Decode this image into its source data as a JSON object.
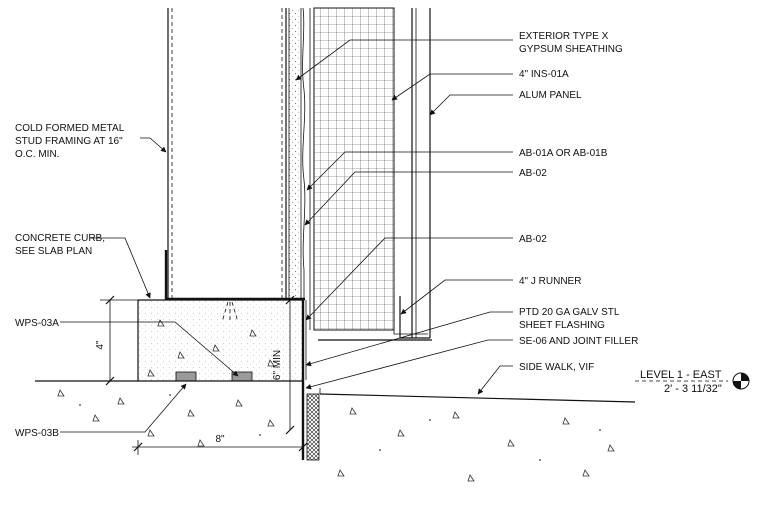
{
  "callouts": {
    "exterior_sheathing": [
      "EXTERIOR TYPE X",
      "GYPSUM SHEATHING"
    ],
    "insulation": "4\" INS-01A",
    "panel": "ALUM PANEL",
    "air_barrier_a": "AB-01A OR AB-01B",
    "air_barrier_b": "AB-02",
    "air_barrier_c": "AB-02",
    "j_runner": "4\" J RUNNER",
    "flashing": [
      "PTD 20 GA GALV STL",
      "SHEET FLASHING"
    ],
    "sealant": "SE-06 AND JOINT FILLER",
    "sidewalk": "SIDE WALK, VIF",
    "stud_framing": [
      "COLD FORMED METAL",
      "STUD FRAMING AT 16\"",
      "O.C. MIN."
    ],
    "curb": [
      "CONCRETE CURB,",
      "SEE SLAB PLAN"
    ],
    "wps_a": "WPS-03A",
    "wps_b": "WPS-03B"
  },
  "dimensions": {
    "curb_height": "4\"",
    "min_depth": "6\" MIN",
    "curb_width": "8\""
  },
  "level_marker": {
    "name": "LEVEL 1 - EAST",
    "elevation": "2' - 3 11/32\""
  },
  "icons": {
    "level": "level-datum-icon"
  }
}
